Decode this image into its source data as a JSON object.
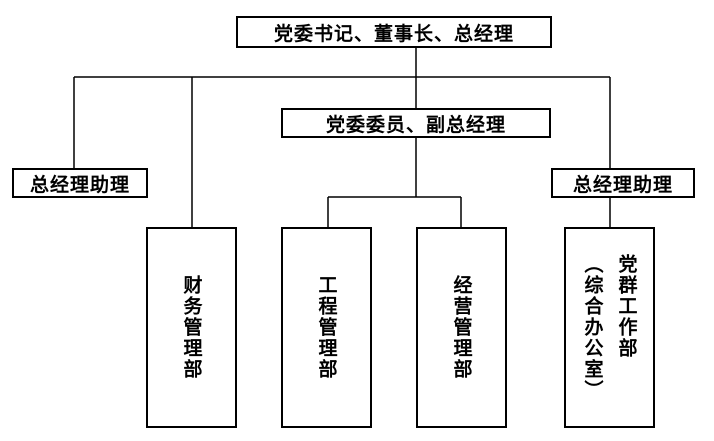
{
  "top": {
    "label": "党委书记、董事长、总经理"
  },
  "mid": {
    "label": "党委委员、副总经理"
  },
  "left_assistant": {
    "label": "总经理助理"
  },
  "right_assistant": {
    "label": "总经理助理"
  },
  "departments": {
    "finance": "财务管理部",
    "engineering": "工程管理部",
    "operations": "经营管理部",
    "party_col1": "党群工作部",
    "party_col2": "（综合办公室）"
  }
}
